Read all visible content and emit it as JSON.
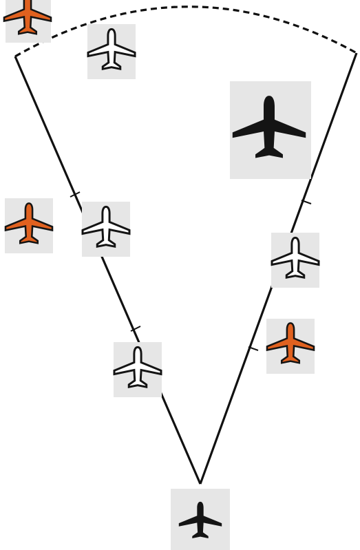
{
  "colors": {
    "background": "#ffffff",
    "tile": "#e6e6e6",
    "line": "#111111",
    "own_aircraft": "#141414",
    "orange_aircraft": "#e0611f",
    "outline_aircraft_fill": "#ffffff",
    "outline_aircraft_stroke": "#141414"
  },
  "diagram": {
    "own_aircraft": {
      "icon": "airplane-icon",
      "style": "black"
    },
    "sector": {
      "shape": "wedge",
      "edges": "solid",
      "arc": "dashed"
    },
    "aircraft": [
      {
        "id": "a1",
        "icon": "airplane-icon",
        "style": "orange"
      },
      {
        "id": "a2",
        "icon": "airplane-icon",
        "style": "outline"
      },
      {
        "id": "a3",
        "icon": "airplane-icon",
        "style": "black"
      },
      {
        "id": "a4",
        "icon": "airplane-icon",
        "style": "orange"
      },
      {
        "id": "a5",
        "icon": "airplane-icon",
        "style": "outline"
      },
      {
        "id": "a6",
        "icon": "airplane-icon",
        "style": "outline"
      },
      {
        "id": "a7",
        "icon": "airplane-icon",
        "style": "outline"
      },
      {
        "id": "a8",
        "icon": "airplane-icon",
        "style": "orange"
      }
    ]
  }
}
